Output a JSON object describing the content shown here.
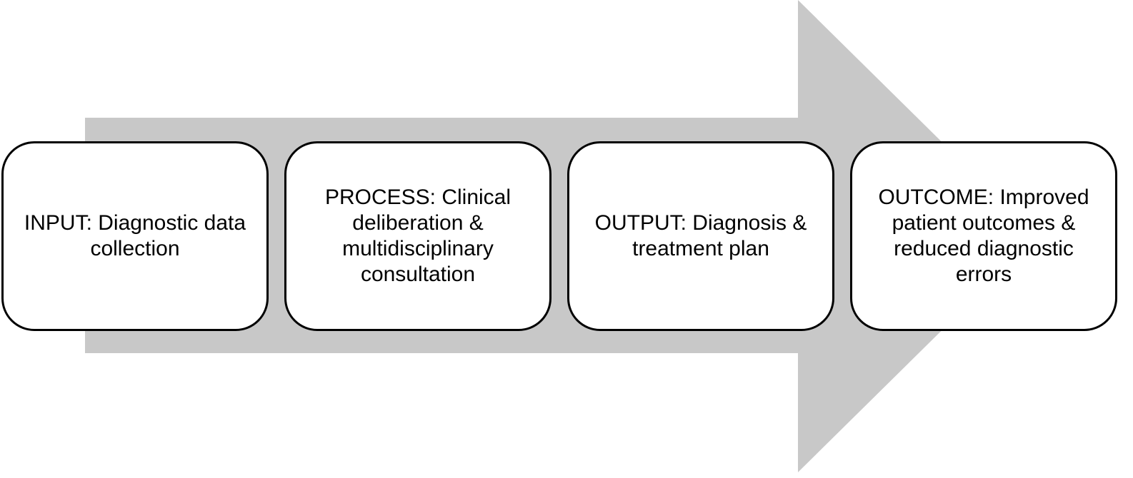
{
  "steps": [
    {
      "label": "INPUT: Diagnostic data collection"
    },
    {
      "label": "PROCESS: Clinical deliberation & multidisciplinary consultation"
    },
    {
      "label": "OUTPUT: Diagnosis & treatment plan"
    },
    {
      "label": "OUTCOME: Improved patient outcomes & reduced diagnostic errors"
    }
  ],
  "colors": {
    "arrow": "#c8c8c8",
    "border": "#000000"
  }
}
